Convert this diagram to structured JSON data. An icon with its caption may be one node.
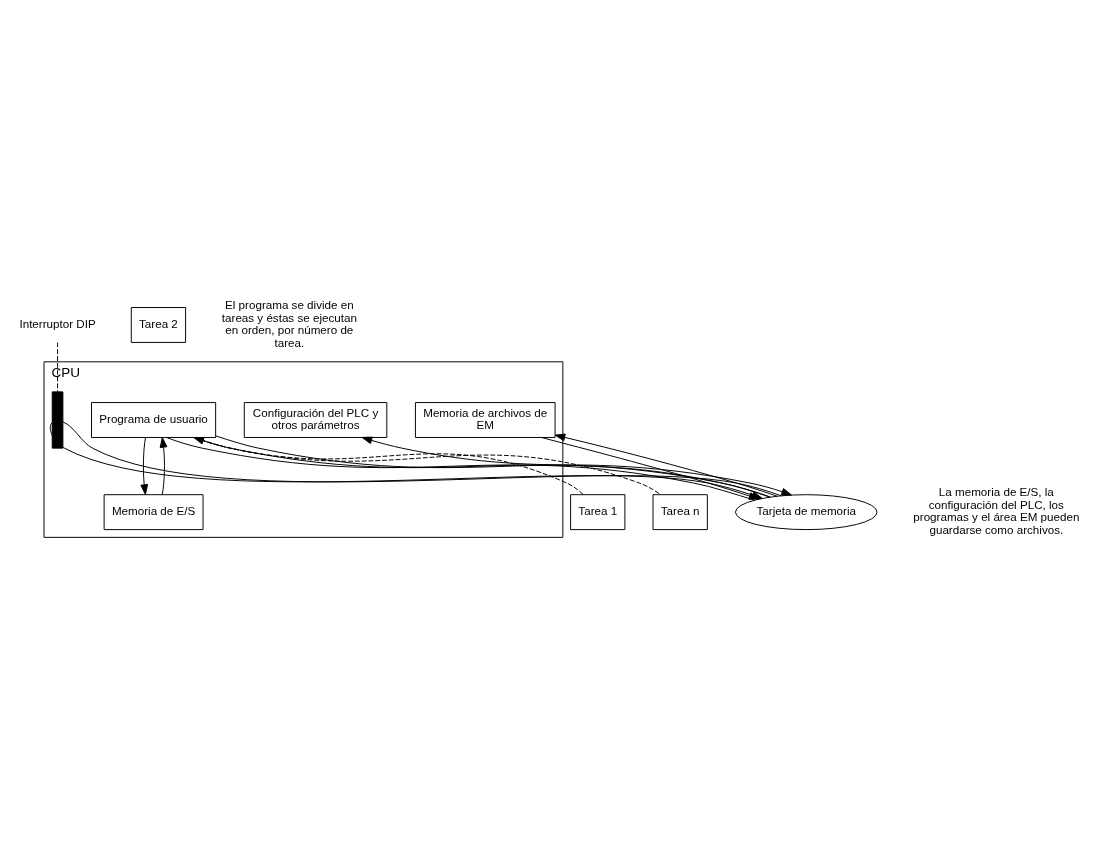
{
  "diagram": {
    "nodes": [
      {
        "text": [
          "CPU"
        ]
      },
      {
        "text": [
          "Programa de usuario"
        ],
        "in": 0
      },
      {
        "text": [
          "Tarea 1"
        ]
      },
      {
        "text": [
          "Tarea 2"
        ]
      },
      {
        "text": [
          "Tarea n"
        ]
      },
      {
        "text": [
          "Tarjeta de memoria"
        ],
        "beside": [
          "La memoria de E/S, la configuración del PLC, los programas y el área EM pueden guardarse como archivos."
        ]
      },
      {
        "text": [
          "Memoria de E/S"
        ],
        "in": 0
      },
      {
        "text": [
          "Memoria de archivos de EM"
        ],
        "in": 0
      },
      {
        "text": [
          "Configuración del PLC y otros parámetros"
        ],
        "in": 0
      },
      {
        "text": [
          "Interruptor DIP"
        ]
      },
      {
        "text": [],
        "shape": "bar",
        "in": 0
      }
    ],
    "edges": [
      {
        "from": 1,
        "to": 2,
        "arrow": "none",
        "style": "dashed"
      },
      {
        "from": 1,
        "to": 4,
        "arrow": "none",
        "style": "dashed"
      },
      {
        "from": 1,
        "to": 5,
        "arrow": "none"
      },
      {
        "from": 5,
        "to": 1,
        "arrow": "to"
      },
      {
        "from": 1,
        "to": 5,
        "arrow": "to"
      },
      {
        "from": 1,
        "to": 6,
        "arrow": "to"
      },
      {
        "from": 6,
        "to": 1,
        "arrow": "to"
      },
      {
        "from": 5,
        "to": 7,
        "arrow": "to"
      },
      {
        "from": 7,
        "to": 5,
        "arrow": "to"
      },
      {
        "from": 5,
        "to": 8,
        "arrow": "to"
      },
      {
        "from": 10,
        "to": 5,
        "arrow": "to"
      },
      {
        "from": 10,
        "to": 5,
        "arrow": "none"
      },
      {
        "from": 9,
        "to": 10,
        "arrow": "none",
        "style": "dashed"
      }
    ],
    "labels": [
      "El programa se divide en tareas y éstas se ejecutan en orden, por número de tarea."
    ]
  }
}
